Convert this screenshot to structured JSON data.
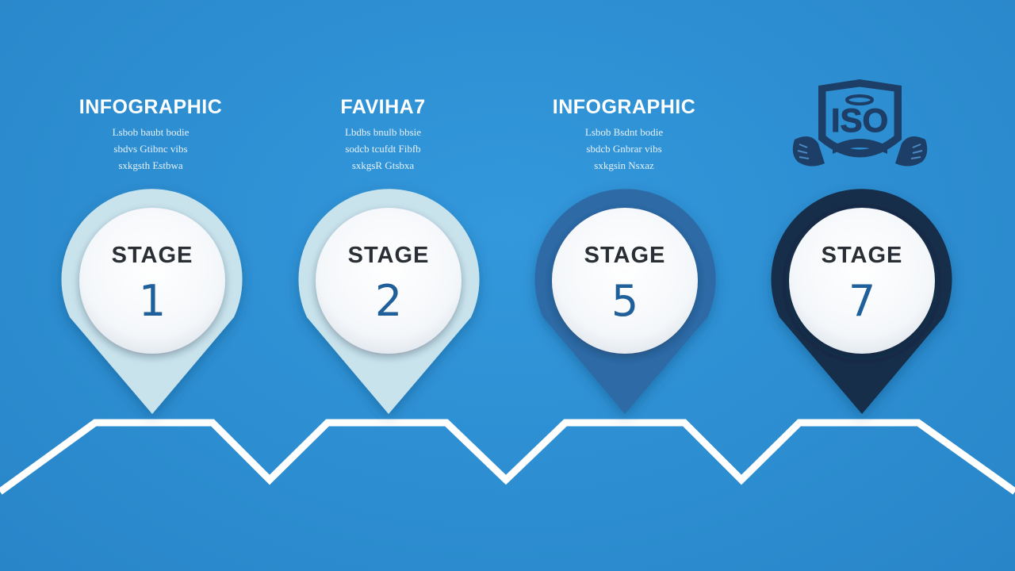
{
  "columns": [
    {
      "title": "INFOGRAPHIC",
      "lines": [
        "Lsbob baubt bodie",
        "sbdvs Gtibnc vibs",
        "sxkgsth Estbwa"
      ]
    },
    {
      "title": "FAVIHA7",
      "lines": [
        "Lbdbs bnulb bbsie",
        "sodcb tcufdt Fibfb",
        "sxkgsR Gtsbxa"
      ]
    },
    {
      "title": "INFOGRAPHIC",
      "lines": [
        "Lsbob Bsdnt bodie",
        "sbdcb Gnbrar vibs",
        "sxkgsin Nsxaz"
      ]
    },
    {
      "title": "",
      "lines": []
    }
  ],
  "logo": {
    "text": "ISO"
  },
  "stages": [
    {
      "label": "STAGE",
      "number": "1",
      "ring_color": "#c9e3ed",
      "tip_color": "#b5d8e8"
    },
    {
      "label": "STAGE",
      "number": "2",
      "ring_color": "#c9e3ed",
      "tip_color": "#b5d8e8"
    },
    {
      "label": "STAGE",
      "number": "5",
      "ring_color": "#2d6aa6",
      "tip_color": "#255f98"
    },
    {
      "label": "STAGE",
      "number": "7",
      "ring_color": "#142d48",
      "tip_color": "#122a44"
    }
  ],
  "colors": {
    "background": "#2d8fd2",
    "line": "#ffffff",
    "number": "#1f5f9a",
    "label": "#2a2f36"
  }
}
